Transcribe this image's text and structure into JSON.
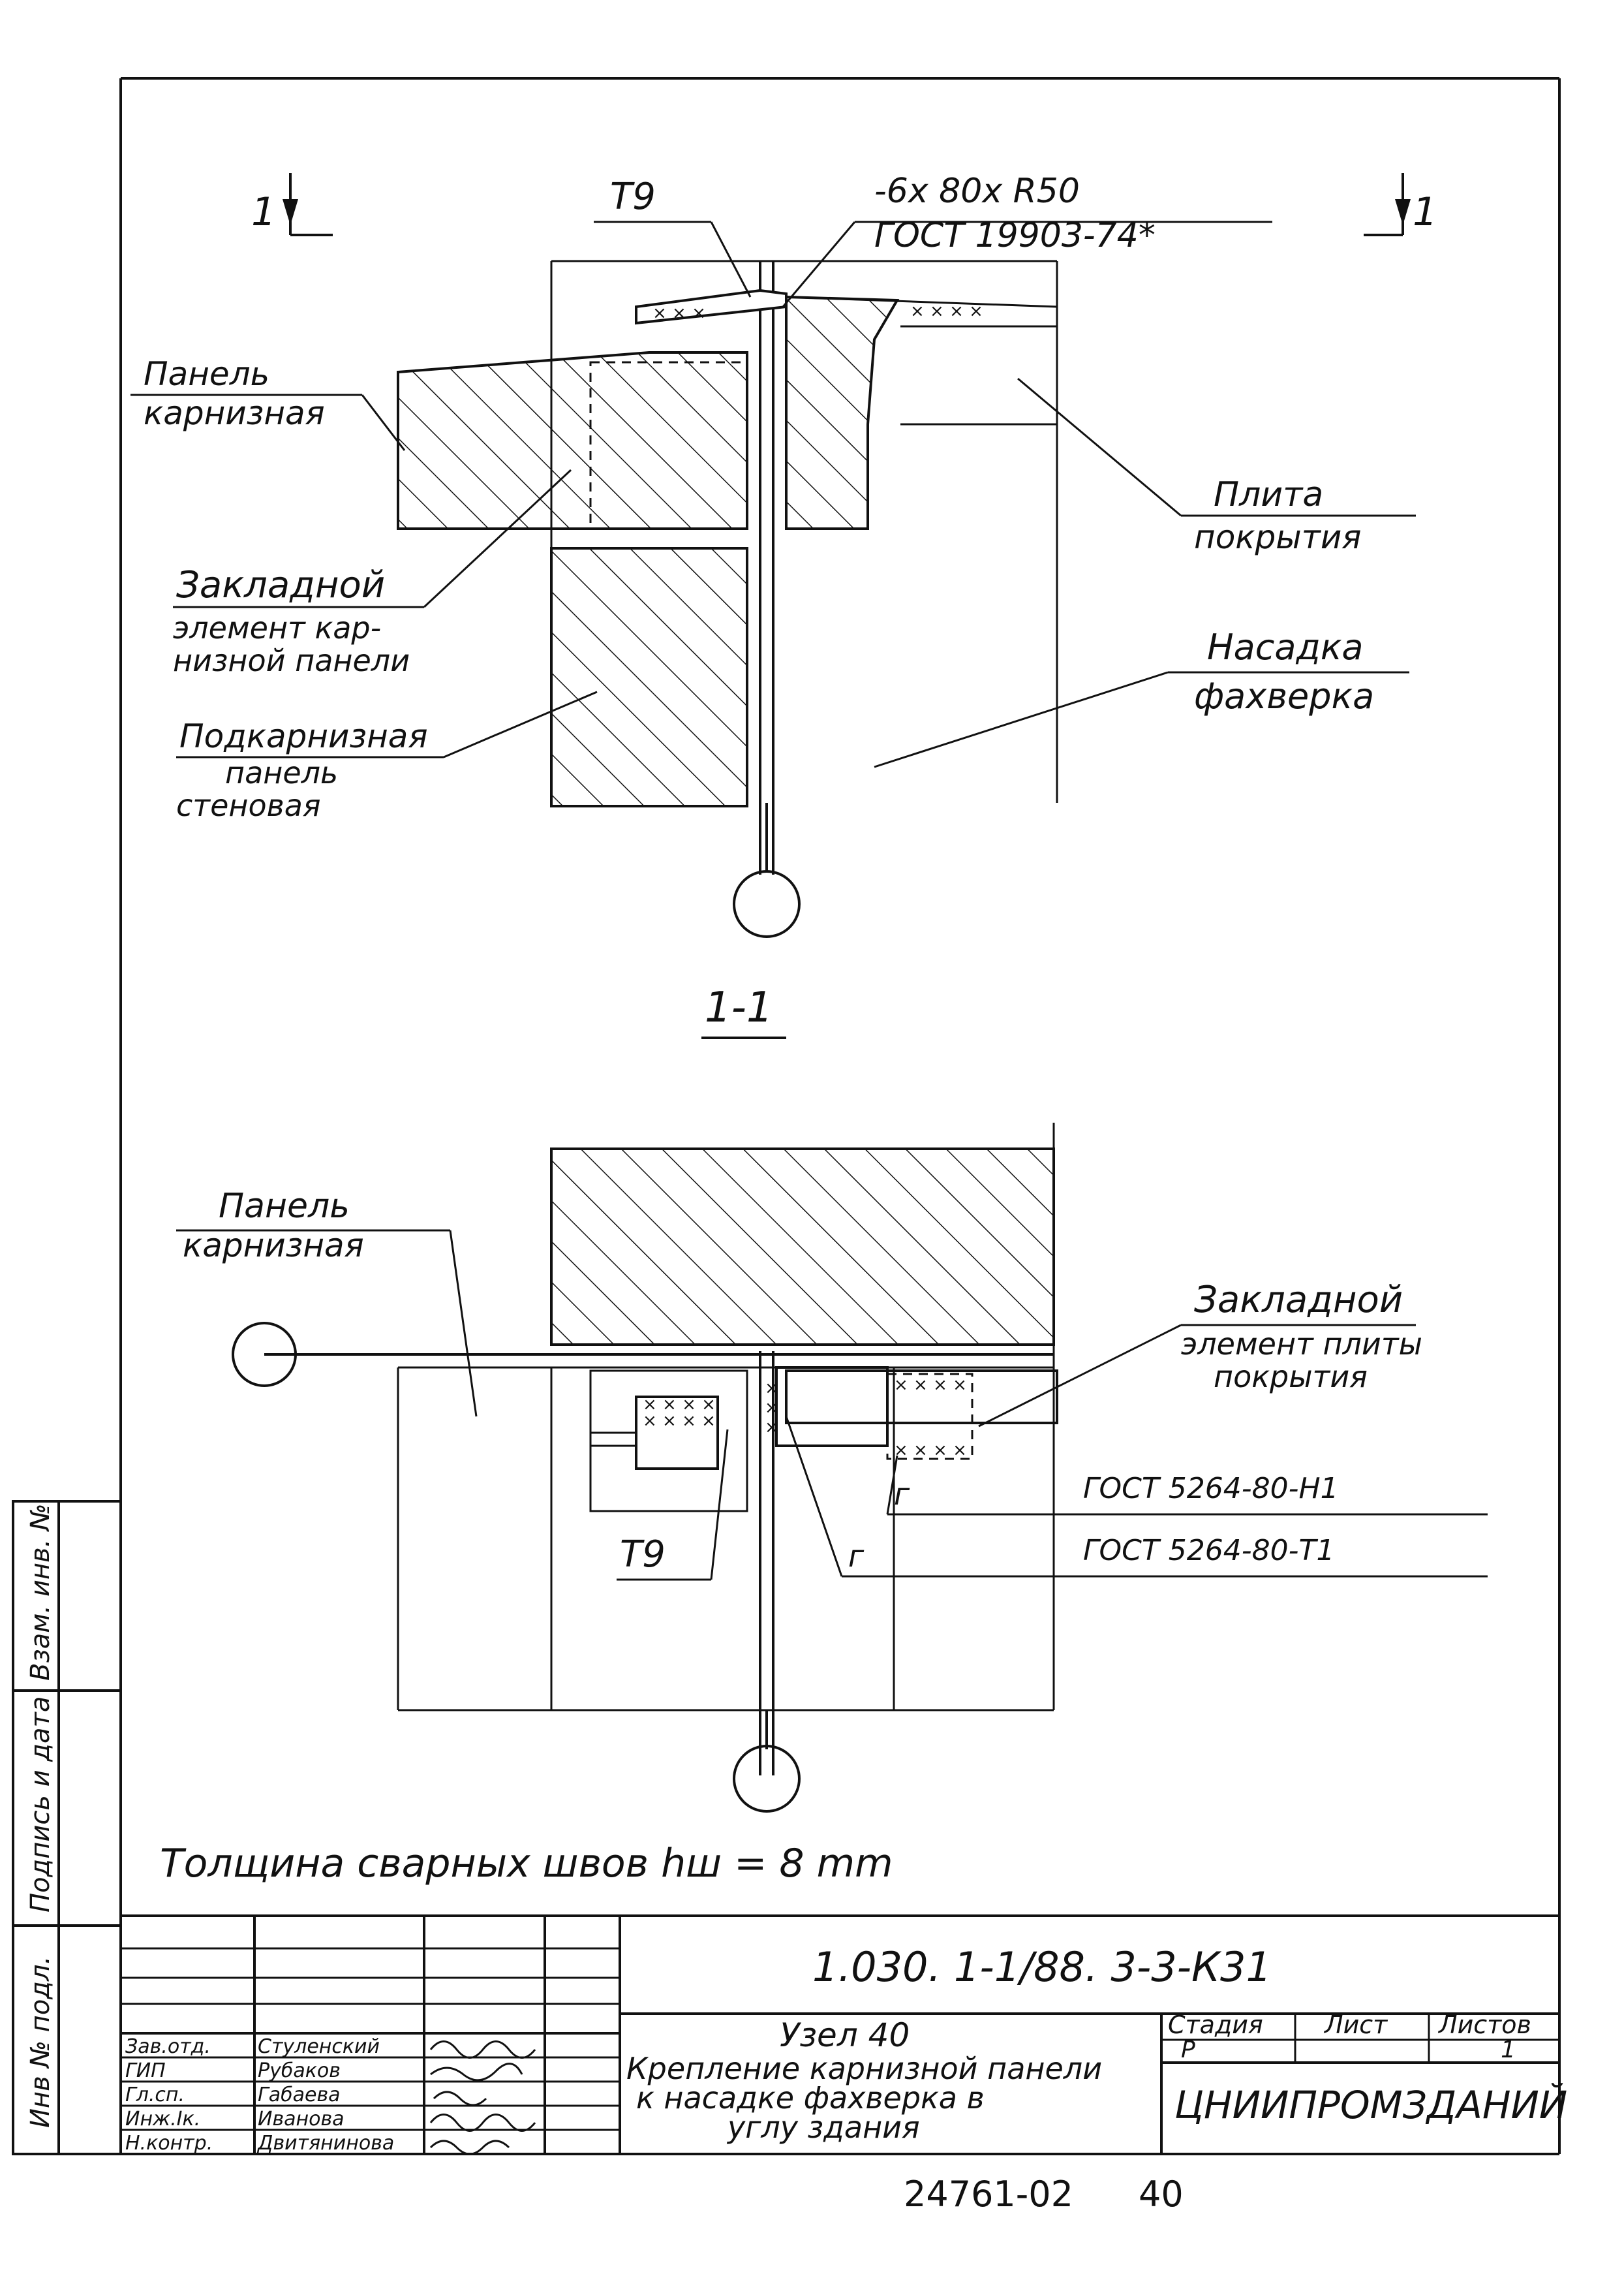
{
  "drawing": {
    "section_mark_left": "1",
    "section_mark_right": "1",
    "section_title": "1-1",
    "node1": {
      "td_label": "Т9",
      "plate_spec": "-6х 80х R50",
      "plate_gost": "ГОСТ 19903-74*",
      "cornice_panel": [
        "Панель",
        "карнизная"
      ],
      "roof_slab": [
        "Плита",
        "покрытия"
      ],
      "embedded_element": [
        "Закладной",
        "элемент кар-",
        "низной панели"
      ],
      "truss_cap": [
        "Насадка",
        "фахверка"
      ],
      "subcornice_panel": [
        "Подкарнизная",
        "панель",
        "стеновая"
      ]
    },
    "node2": {
      "cornice_panel": [
        "Панель",
        "карнизная"
      ],
      "embedded_slab": [
        "Закладной",
        "элемент плиты",
        "покрытия"
      ],
      "weld_mark_1": "г",
      "weld_mark_2": "г",
      "gost_1": "ГОСТ 5264-80-Н1",
      "gost_2": "ГОСТ 5264-80-Т1",
      "td_label": "Т9"
    },
    "weld_note": "Толщина сварных швов hш = 8 mm"
  },
  "stamp": {
    "doc_code": "1.030. 1-1/88. 3-3-К31",
    "title": [
      "Узел 40",
      "Крепление карнизной панели",
      "к насадке фахверка в",
      "углу здания"
    ],
    "stage_header": "Стадия",
    "sheet_header": "Лист",
    "sheets_header": "Листов",
    "stage": "Р",
    "sheets": "1",
    "org": "ЦНИИПРОМЗДАНИЙ",
    "roles": [
      {
        "role": "Зав.отд.",
        "name": "Стуленский"
      },
      {
        "role": "ГИП",
        "name": "Рубаков"
      },
      {
        "role": "Гл.сп.",
        "name": "Габаева"
      },
      {
        "role": "Инж.Iк.",
        "name": "Иванова"
      },
      {
        "role": "Н.контр.",
        "name": "Двитянинова"
      }
    ]
  },
  "side_stamp": [
    "Инв № подл.",
    "Подпись и дата",
    "Взам. инв. №"
  ],
  "footer": {
    "archive_no": "24761-02",
    "page": "40"
  }
}
